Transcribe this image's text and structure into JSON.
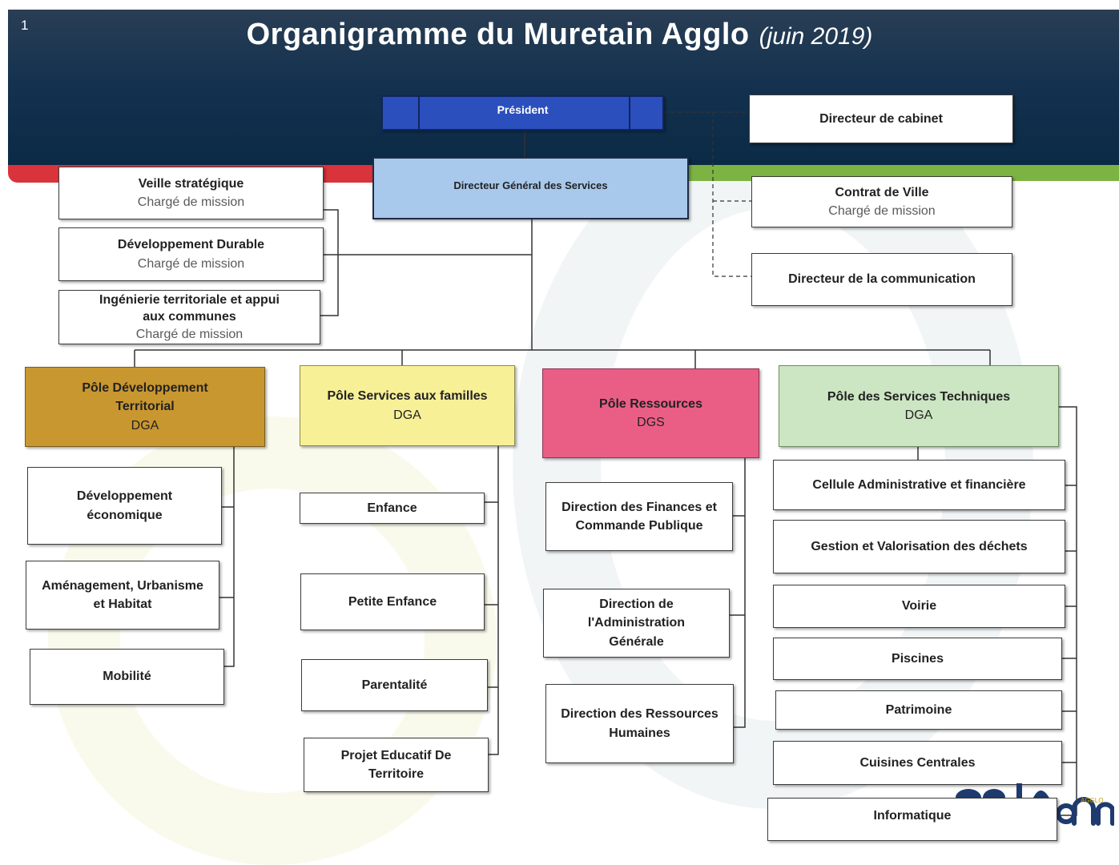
{
  "slide": {
    "page_number": "1",
    "title": "Organigramme du Muretain Agglo",
    "title_date": "(juin 2019)"
  },
  "top": {
    "president": "Président",
    "directeur_cabinet": "Directeur de cabinet",
    "dgs": "Directeur Général des Services",
    "contrat_ville": {
      "title": "Contrat de Ville",
      "sub": "Chargé de mission"
    },
    "directeur_communication": "Directeur de la communication"
  },
  "missions": [
    {
      "title": "Veille stratégique",
      "sub": "Chargé de mission"
    },
    {
      "title": "Développement Durable",
      "sub": "Chargé de mission"
    },
    {
      "title": "Ingénierie territoriale et appui aux communes",
      "sub": "Chargé de mission"
    }
  ],
  "poles": [
    {
      "name": "Pôle Développement Territorial",
      "lead": "DGA",
      "color": "#c9972f",
      "services": [
        "Développement économique",
        "Aménagement, Urbanisme et Habitat",
        "Mobilité"
      ]
    },
    {
      "name": "Pôle Services aux familles",
      "lead": "DGA",
      "color": "#f7f097",
      "services": [
        "Enfance",
        "Petite Enfance",
        "Parentalité",
        "Projet Educatif De Territoire"
      ]
    },
    {
      "name": "Pôle Ressources",
      "lead": "DGS",
      "color": "#ea5e86",
      "services": [
        "Direction des Finances et Commande Publique",
        "Direction de l'Administration Générale",
        "Direction des Ressources Humaines"
      ]
    },
    {
      "name": "Pôle des Services Techniques",
      "lead": "DGA",
      "color": "#cce5c2",
      "services": [
        "Cellule Administrative et financière",
        "Gestion et Valorisation des déchets",
        "Voirie",
        "Piscines",
        "Patrimoine",
        "Cuisines Centrales",
        "Informatique"
      ]
    }
  ],
  "colors": {
    "header": "#0b2a45",
    "band_red": "#d9333b",
    "band_green": "#7cb342",
    "president": "#2b4fbd",
    "dgs": "#a8c8ec"
  },
  "logo": {
    "text": "le muretain agglo"
  }
}
